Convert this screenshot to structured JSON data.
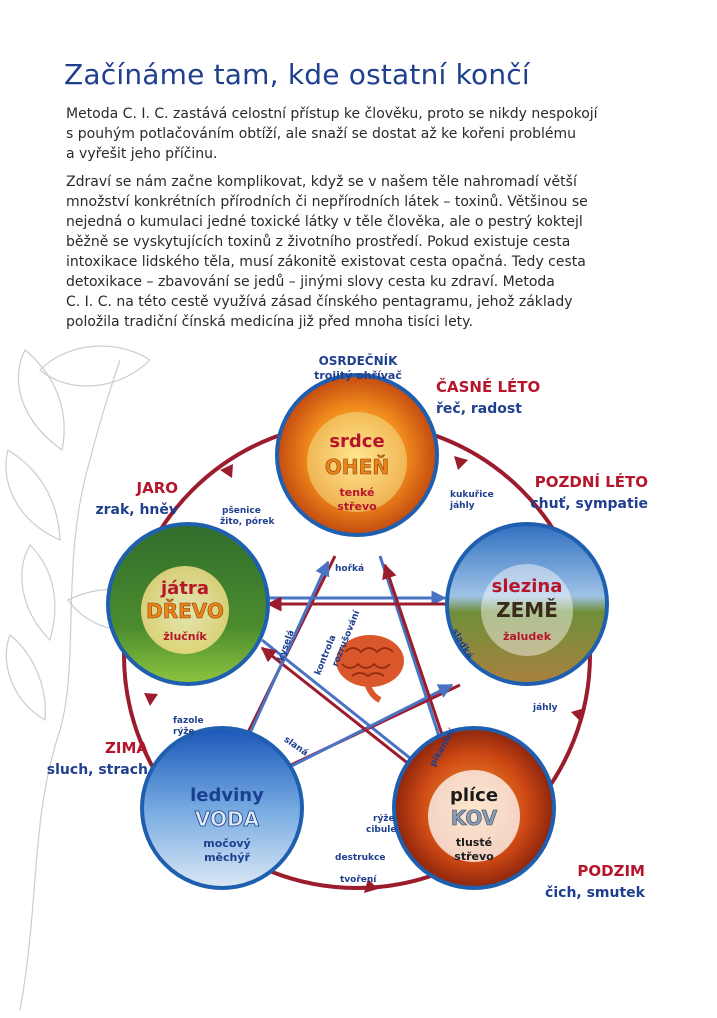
{
  "title": "Začínáme tam, kde ostatní končí",
  "paragraph1": [
    "Metoda C. I. C. zastává celostní přístup ke člověku, proto se nikdy nespokojí",
    "s pouhým potlačováním obtíží, ale snaží se dostat až ke kořeni problému",
    "a vyřešit jeho příčinu."
  ],
  "paragraph2": [
    "Zdraví se nám začne komplikovat, když se v našem těle nahromadí větší",
    "množství konkrétních přírodních či nepřírodních látek – toxinů. Většinou se",
    "nejedná o kumulaci jedné toxické látky v těle člověka, ale o pestrý koktejl",
    "běžně se vyskytujících toxinů z životního prostředí. Pokud existuje cesta",
    "intoxikace lidského těla, musí zákonitě existovat cesta opačná. Tedy cesta",
    "detoxikace – zbavování se jedů – jinými slovy cesta ku zdraví. Metoda",
    "C. I. C. na této cestě využívá zásad čínského pentagramu, jehož základy",
    "položila tradiční čínská medicína již před mnoha tisíci lety."
  ],
  "elements": {
    "fire": {
      "organ": "srdce",
      "element": "OHEŇ",
      "pair1": "tenké",
      "pair2": "střevo"
    },
    "wood": {
      "organ": "játra",
      "element": "DŘEVO",
      "pair1": "žlučník",
      "pair2": ""
    },
    "earth": {
      "organ": "slezina",
      "element": "ZEMĚ",
      "pair1": "žaludek",
      "pair2": ""
    },
    "metal": {
      "organ": "plíce",
      "element": "KOV",
      "pair1": "tlusté",
      "pair2": "střevo"
    },
    "water": {
      "organ": "ledviny",
      "element": "VODA",
      "pair1": "močový",
      "pair2": "měchýř"
    }
  },
  "seasons": {
    "early_summer": {
      "name": "ČASNÉ LÉTO",
      "desc": "řeč, radost"
    },
    "late_summer": {
      "name": "POZDNÍ LÉTO",
      "desc": "chuť, sympatie"
    },
    "spring": {
      "name": "JARO",
      "desc": "zrak, hněv"
    },
    "winter": {
      "name": "ZIMA",
      "desc": "sluch, strach"
    },
    "autumn": {
      "name": "PODZIM",
      "desc": "čich, smutek"
    }
  },
  "top_label": {
    "line1": "OSRDEČNÍK",
    "line2": "trojitý ohřívač"
  },
  "foods": {
    "spring": [
      "pšenice",
      "žito, pórek"
    ],
    "late_summer": [
      "kukuřice",
      "jáhly"
    ],
    "earth_metal": [
      "jáhly"
    ],
    "winter": [
      "fazole",
      "rýže"
    ],
    "metal_water": [
      "rýže",
      "cibule"
    ]
  },
  "tastes": {
    "bitter": "hořká",
    "sour": "kyselá",
    "sweet": "sladká",
    "salty": "slaná",
    "spicy": "pikantní"
  },
  "arrow_labels": {
    "control": "kontrola",
    "disruption": "rozrušování",
    "destruction": "destrukce",
    "creation": "tvoření"
  },
  "colors": {
    "title": "#1f3f8f",
    "season": "#b5162b",
    "desc": "#1f3f8f",
    "ring": "#9b1c2c",
    "arrow_blue": "#4a73c4"
  }
}
